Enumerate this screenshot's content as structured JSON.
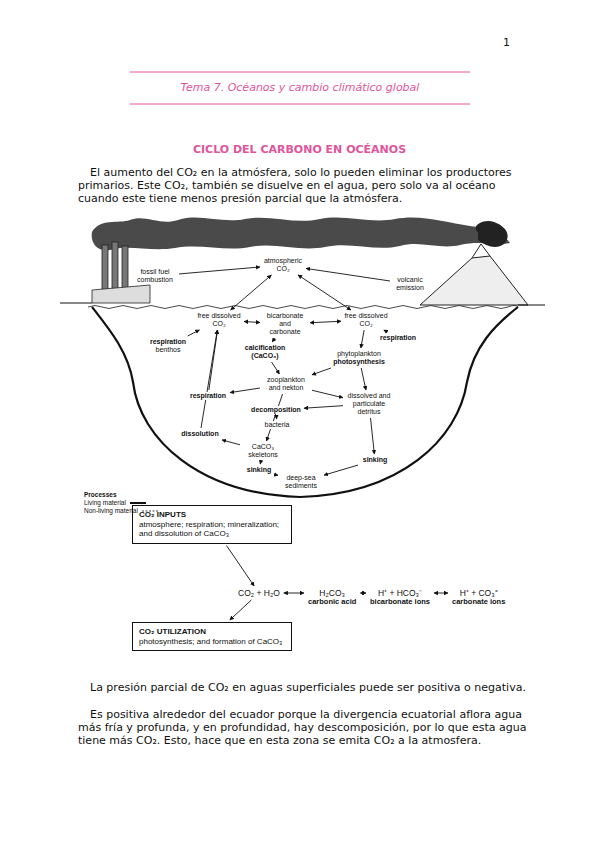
{
  "diagram": {
    "title": "CICLO DEL CARBONO EN OCÉANOS",
    "nodes": [
      {
        "text": [
          "fossil fuel combustion"
        ]
      },
      {
        "text": [
          "atmospheric CO₂"
        ]
      },
      {
        "text": [
          "volcanic emission"
        ]
      },
      {
        "text": [
          "free dissolved CO₂"
        ]
      },
      {
        "text": [
          "bicarbonate and carbonate"
        ]
      },
      {
        "text": [
          "free dissolved CO₂"
        ]
      },
      {
        "text": [
          "respiration",
          "benthos"
        ]
      },
      {
        "text": [
          "calcification (CaCO₃)"
        ]
      },
      {
        "text": [
          "respiration"
        ]
      },
      {
        "text": [
          "phytoplankton",
          "photosynthesis"
        ]
      },
      {
        "text": [
          "zooplankton and nekton"
        ]
      },
      {
        "text": [
          "respiration"
        ]
      },
      {
        "text": [
          "dissolved and particulate detritus"
        ]
      },
      {
        "text": [
          "decomposition"
        ]
      },
      {
        "text": [
          "bacteria"
        ]
      },
      {
        "text": [
          "dissolution"
        ]
      },
      {
        "text": [
          "CaCO₃ skeletons"
        ]
      },
      {
        "text": [
          "sinking"
        ]
      },
      {
        "text": [
          "sinking"
        ]
      },
      {
        "text": [
          "deep-sea sediments"
        ]
      },
      {
        "text": [
          "CO₂ INPUTS",
          "atmosphere; respiration; mineralization; and dissolution of CaCO₃"
        ]
      },
      {
        "text": [
          "CO₂ + H₂O"
        ]
      },
      {
        "text": [
          "H₂CO₃",
          "carbonic acid"
        ]
      },
      {
        "text": [
          "H⁺ + HCO₃⁻",
          "bicarbonate ions"
        ]
      },
      {
        "text": [
          "H⁺ + CO₃⁼",
          "carbonate ions"
        ]
      },
      {
        "text": [
          "CO₂ UTILIZATION",
          "photosynthesis; and formation of CaCO₃"
        ]
      }
    ],
    "edges": [
      {
        "from": 0,
        "to": 1,
        "arrow": "to"
      },
      {
        "from": 2,
        "to": 1,
        "arrow": "to"
      },
      {
        "from": 1,
        "to": 3,
        "arrow": "both"
      },
      {
        "from": 1,
        "to": 5,
        "arrow": "both"
      },
      {
        "from": 3,
        "to": 4,
        "arrow": "both"
      },
      {
        "from": 4,
        "to": 5,
        "arrow": "both"
      },
      {
        "from": 6,
        "to": 3,
        "arrow": "to"
      },
      {
        "from": 5,
        "to": 9,
        "arrow": "to"
      },
      {
        "from": 8,
        "to": 5,
        "arrow": "to"
      },
      {
        "from": 4,
        "to": 7,
        "arrow": "to"
      },
      {
        "from": 7,
        "to": 10,
        "arrow": "to"
      },
      {
        "from": 9,
        "to": 10,
        "arrow": "to"
      },
      {
        "from": 10,
        "to": 11,
        "arrow": "to"
      },
      {
        "from": 11,
        "to": 3,
        "arrow": "to"
      },
      {
        "from": 10,
        "to": 12,
        "arrow": "to"
      },
      {
        "from": 9,
        "to": 12,
        "arrow": "to"
      },
      {
        "from": 12,
        "to": 13,
        "arrow": "to"
      },
      {
        "from": 13,
        "to": 14,
        "arrow": "to"
      },
      {
        "from": 10,
        "to": 16,
        "arrow": "to"
      },
      {
        "from": 16,
        "to": 15,
        "arrow": "to"
      },
      {
        "from": 15,
        "to": 3,
        "arrow": "to"
      },
      {
        "from": 16,
        "to": 17,
        "arrow": "to"
      },
      {
        "from": 17,
        "to": 19,
        "arrow": "to"
      },
      {
        "from": 12,
        "to": 18,
        "arrow": "to"
      },
      {
        "from": 18,
        "to": 19,
        "arrow": "to"
      },
      {
        "from": 20,
        "to": 21,
        "arrow": "to"
      },
      {
        "from": 21,
        "to": 22,
        "arrow": "both"
      },
      {
        "from": 22,
        "to": 23,
        "arrow": "both"
      },
      {
        "from": 23,
        "to": 24,
        "arrow": "both"
      },
      {
        "from": 21,
        "to": 25,
        "arrow": "to"
      }
    ],
    "labels": [
      "1",
      "Tema 7. Océanos y cambio climático global",
      "El aumento del CO₂ en la atmósfera, solo lo pueden eliminar los productores primarios. Este CO₂, también se disuelve en el agua, pero solo va al océano cuando este tiene menos presión parcial que la atmósfera.",
      "La presión parcial de CO₂ en aguas superficiales puede ser positiva o negativa.",
      "Es positiva alrededor del ecuador porque la divergencia ecuatorial aflora agua más fría y profunda, y en profundidad, hay descomposición, por lo que esta agua tiene más CO₂. Esto, hace que en esta zona se emita CO₂ a la atmosfera."
    ],
    "legend": [
      {
        "text": "Processes"
      },
      {
        "text": "Living material"
      },
      {
        "text": "Non-living material"
      }
    ]
  }
}
